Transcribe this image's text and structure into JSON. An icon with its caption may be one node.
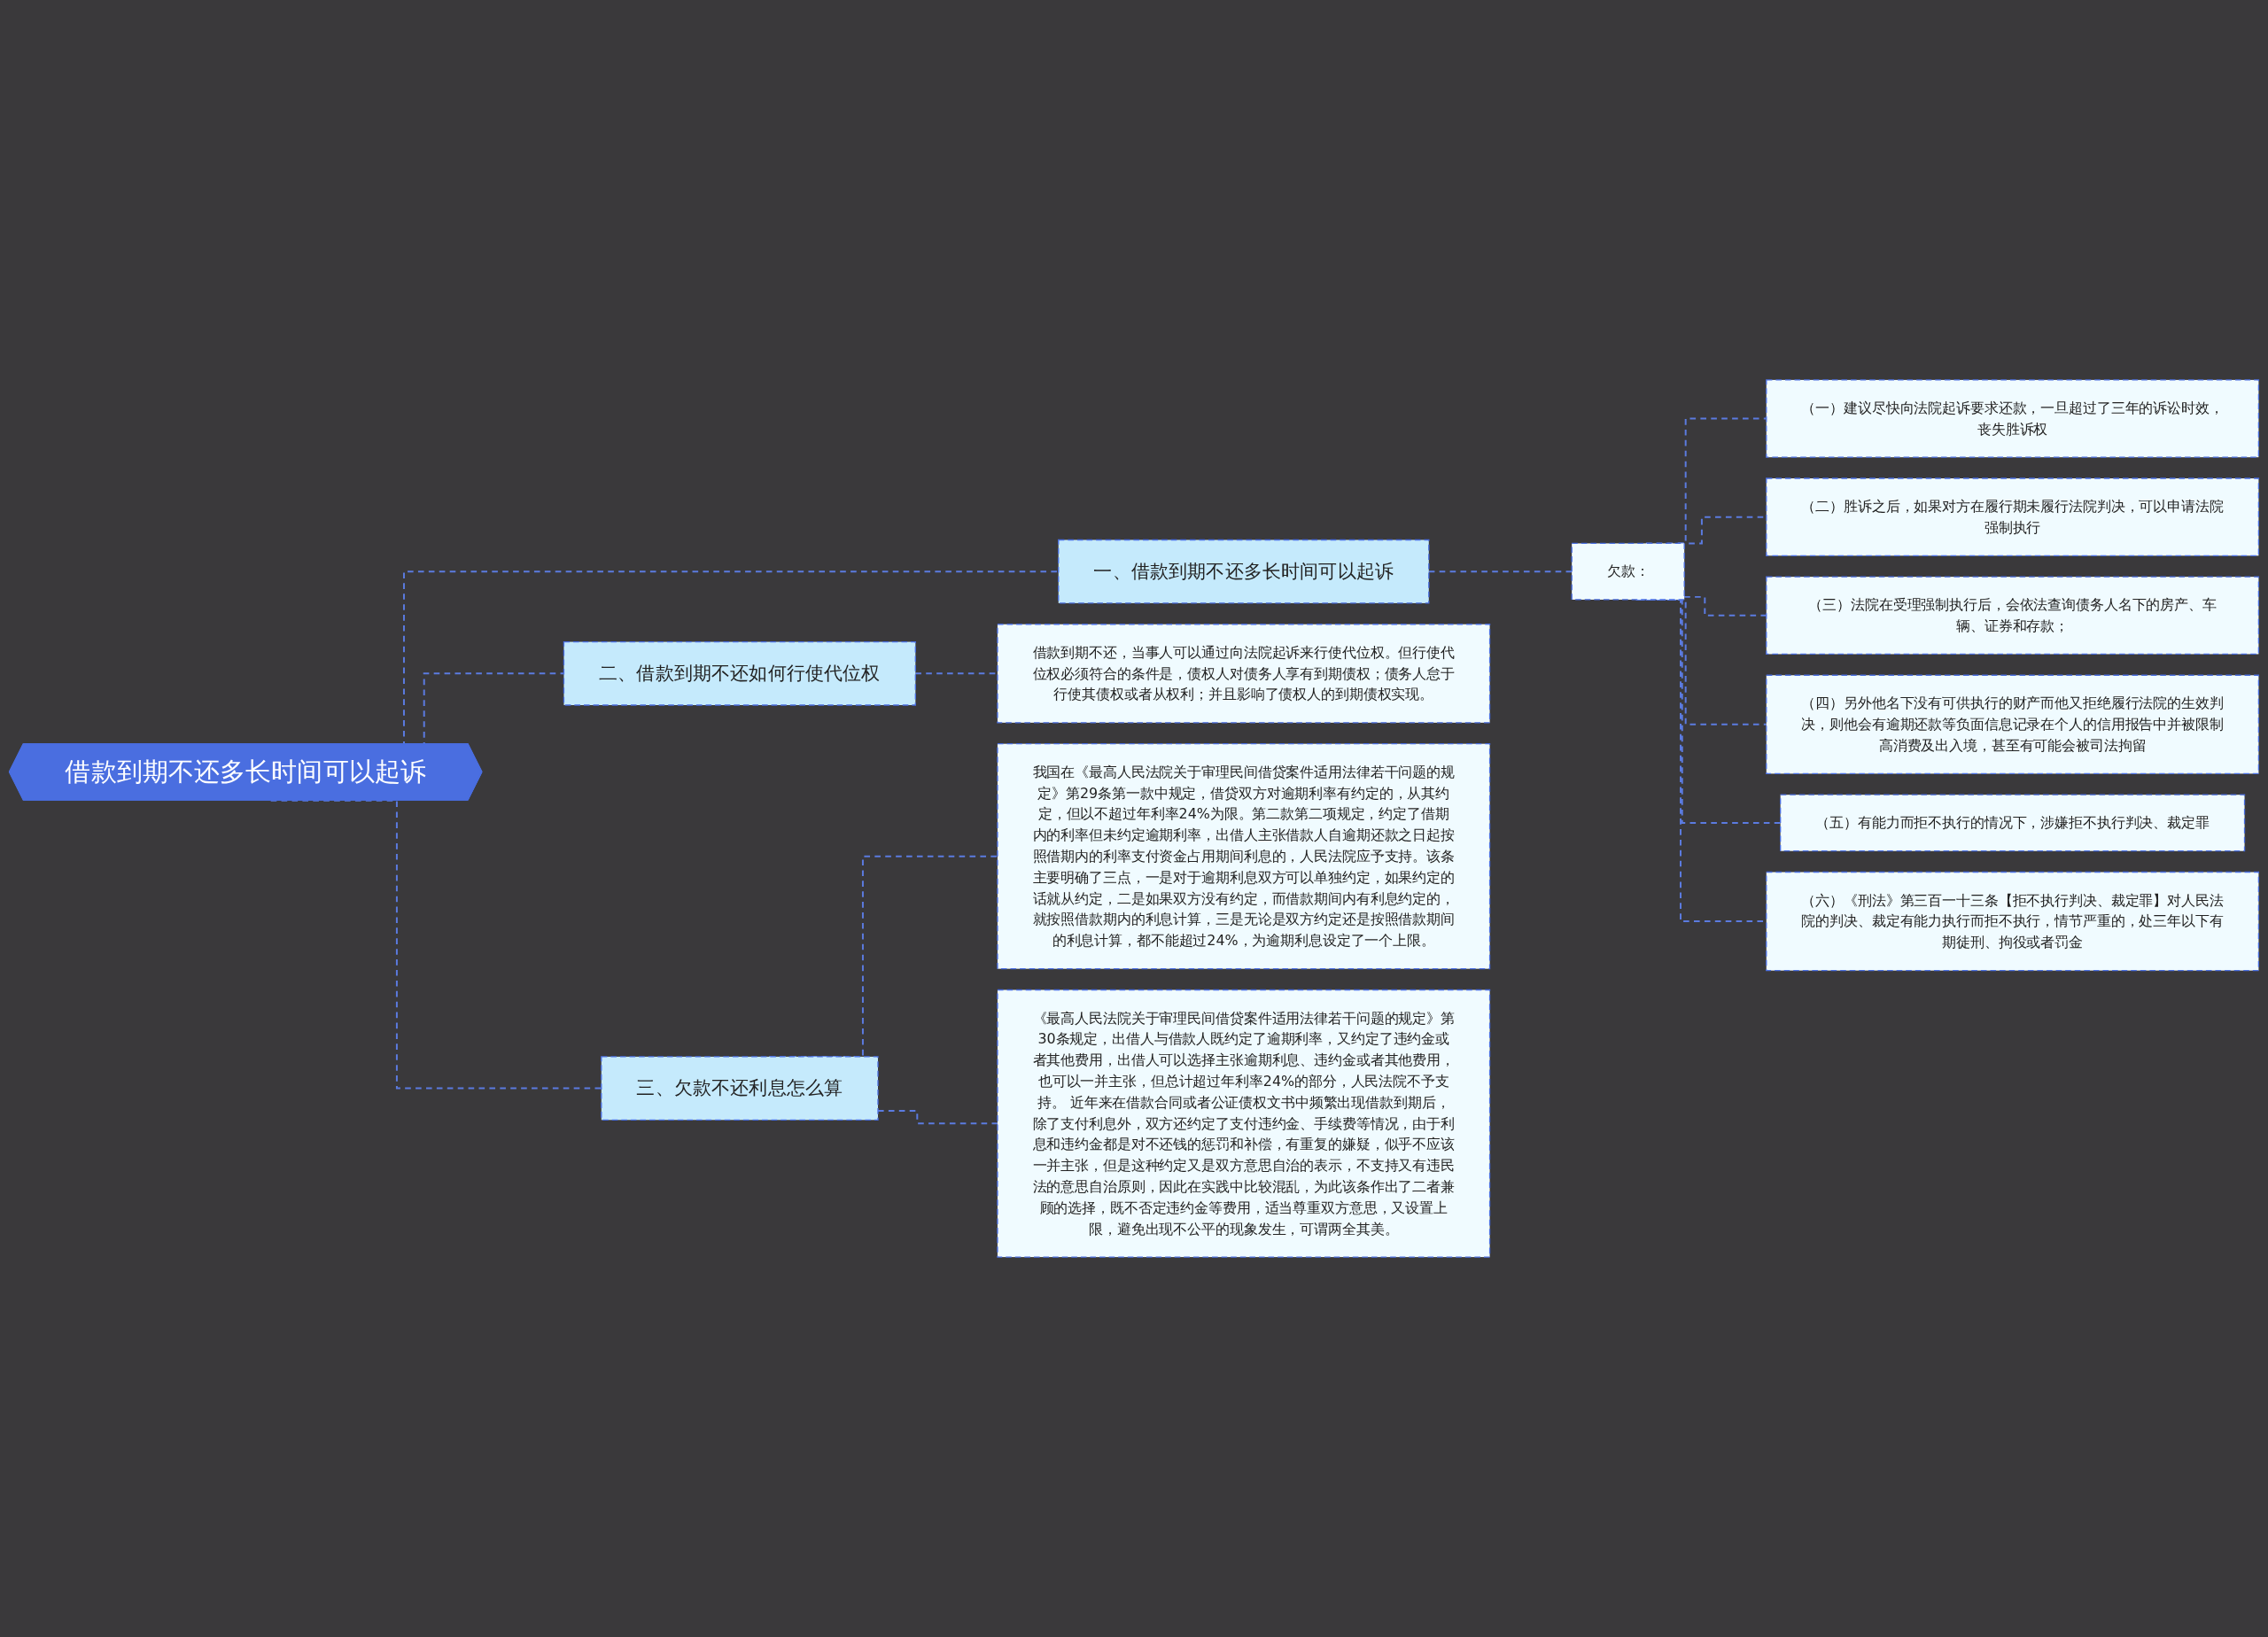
{
  "diagram": {
    "nodes": [
      {
        "text": [
          "借款到期不还多长时间可以起诉"
        ]
      },
      {
        "text": [
          "一、借款到期不还多长时间可以起诉"
        ]
      },
      {
        "text": [
          "欠款："
        ]
      },
      {
        "text": [
          "（一）建议尽快向法院起诉要求还款，一旦超过了三年的诉讼时效，丧失胜诉权"
        ]
      },
      {
        "text": [
          "（二）胜诉之后，如果对方在履行期未履行法院判决，可以申请法院强制执行"
        ]
      },
      {
        "text": [
          "（三）法院在受理强制执行后，会依法查询债务人名下的房产、车辆、证券和存款；"
        ]
      },
      {
        "text": [
          "（四）另外他名下没有可供执行的财产而他又拒绝履行法院的生效判决，则他会有逾期还款等负面信息记录在个人的信用报告中并被限制高消费及出入境，甚至有可能会被司法拘留"
        ]
      },
      {
        "text": [
          "（五）有能力而拒不执行的情况下，涉嫌拒不执行判决、裁定罪"
        ]
      },
      {
        "text": [
          "（六）《刑法》第三百一十三条【拒不执行判决、裁定罪】对人民法院的判决、裁定有能力执行而拒不执行，情节严重的，处三年以下有期徒刑、拘役或者罚金"
        ]
      },
      {
        "text": [
          "二、借款到期不还如何行使代位权"
        ]
      },
      {
        "text": [
          "借款到期不还，当事人可以通过向法院起诉来行使代位权。但行使代位权必须符合的条件是，债权人对债务人享有到期债权；债务人怠于行使其债权或者从权利；并且影响了债权人的到期债权实现。"
        ]
      },
      {
        "text": [
          "三、欠款不还利息怎么算"
        ]
      },
      {
        "text": [
          "我国在《最高人民法院关于审理民间借贷案件适用法律若干问题的规定》第29条第一款中规定，借贷双方对逾期利率有约定的，从其约定，但以不超过年利率24%为限。第二款第二项规定，约定了借期内的利率但未约定逾期利率，出借人主张借款人自逾期还款之日起按照借期内的利率支付资金占用期间利息的，人民法院应予支持。该条主要明确了三点，一是对于逾期利息双方可以单独约定，如果约定的话就从约定，二是如果双方没有约定，而借款期间内有利息约定的，就按照借款期内的利息计算，三是无论是双方约定还是按照借款期间的利息计算，都不能超过24%，为逾期利息设定了一个上限。"
        ]
      },
      {
        "text": [
          "《最高人民法院关于审理民间借贷案件适用法律若干问题的规定》第30条规定，出借人与借款人既约定了逾期利率，又约定了违约金或者其他费用，出借人可以选择主张逾期利息、违约金或者其他费用，也可以一并主张，但总计超过年利率24%的部分，人民法院不予支持。 近年来在借款合同或者公证债权文书中频繁出现借款到期后，除了支付利息外，双方还约定了支付违约金、手续费等情况，由于利息和违约金都是对不还钱的惩罚和补偿，有重复的嫌疑，似乎不应该一并主张，但是这种约定又是双方意思自治的表示，不支持又有违民法的意思自治原则，因此在实践中比较混乱，为此该条作出了二者兼顾的选择，既不否定违约金等费用，适当尊重双方意思，又设置上限，避免出现不公平的现象发生，可谓两全其美。"
        ]
      }
    ],
    "edges": [
      {
        "from": 0,
        "to": 1,
        "arrow": "none",
        "style": "dashed"
      },
      {
        "from": 1,
        "to": 2,
        "arrow": "none",
        "style": "dashed"
      },
      {
        "from": 2,
        "to": 3,
        "arrow": "none",
        "style": "dashed"
      },
      {
        "from": 2,
        "to": 4,
        "arrow": "none",
        "style": "dashed"
      },
      {
        "from": 2,
        "to": 5,
        "arrow": "none",
        "style": "dashed"
      },
      {
        "from": 2,
        "to": 6,
        "arrow": "none",
        "style": "dashed"
      },
      {
        "from": 2,
        "to": 7,
        "arrow": "none",
        "style": "dashed"
      },
      {
        "from": 2,
        "to": 8,
        "arrow": "none",
        "style": "dashed"
      },
      {
        "from": 0,
        "to": 9,
        "arrow": "none",
        "style": "dashed"
      },
      {
        "from": 9,
        "to": 10,
        "arrow": "none",
        "style": "dashed"
      },
      {
        "from": 0,
        "to": 11,
        "arrow": "none",
        "style": "dashed"
      },
      {
        "from": 11,
        "to": 12,
        "arrow": "none",
        "style": "dashed"
      },
      {
        "from": 11,
        "to": 13,
        "arrow": "none",
        "style": "dashed"
      }
    ]
  }
}
